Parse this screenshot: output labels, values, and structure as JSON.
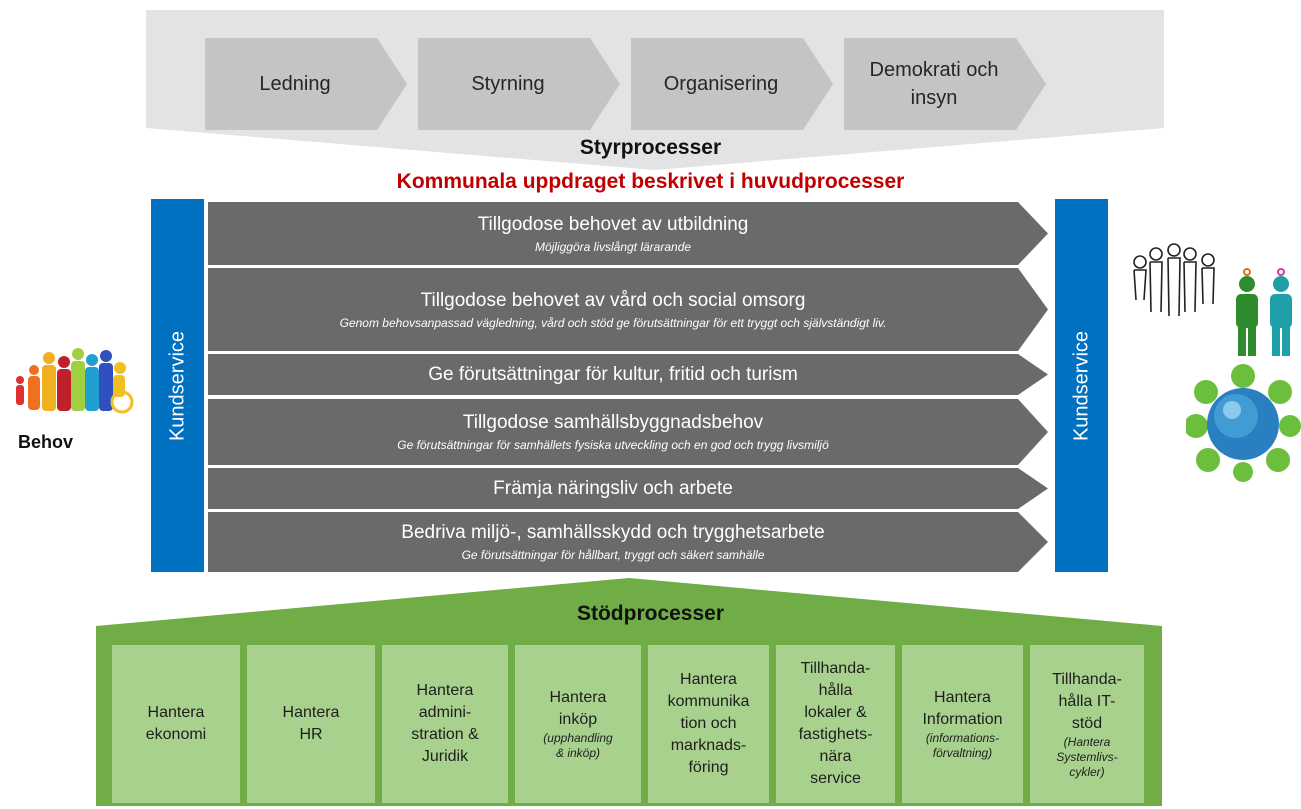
{
  "styrprocesser": {
    "title": "Styrprocesser",
    "steps": [
      "Ledning",
      "Styrning",
      "Organisering",
      "Demokrati och\ninsyn"
    ]
  },
  "main_title": "Kommunala uppdraget beskrivet i huvudprocesser",
  "kundservice_left": "Kundservice",
  "kundservice_right": "Kundservice",
  "behov_label": "Behov",
  "huvudprocesser": [
    {
      "title": "Tillgodose behovet av utbildning",
      "sub": "Möjliggöra livslångt lärarande"
    },
    {
      "title": "Tillgodose behovet av vård och social omsorg",
      "sub": "Genom behovsanpassad vägledning, vård och stöd ge förutsättningar för ett tryggt och självständigt liv."
    },
    {
      "title": "Ge förutsättningar för kultur, fritid och turism",
      "sub": ""
    },
    {
      "title": "Tillgodose samhällsbyggnadsbehov",
      "sub": "Ge förutsättningar för samhällets fysiska utveckling och en god och trygg livsmiljö"
    },
    {
      "title": "Främja näringsliv och arbete",
      "sub": ""
    },
    {
      "title": "Bedriva miljö-, samhällsskydd och trygghetsarbete",
      "sub": "Ge förutsättningar för hållbart, tryggt och säkert samhälle"
    }
  ],
  "stodprocesser": {
    "title": "Stödprocesser",
    "boxes": [
      {
        "label": "Hantera\nekonomi",
        "note": ""
      },
      {
        "label": "Hantera\nHR",
        "note": ""
      },
      {
        "label": "Hantera\nadmini-\nstration &\nJuridik",
        "note": ""
      },
      {
        "label": "Hantera\ninköp",
        "note": "(upphandling\n& inköp)"
      },
      {
        "label": "Hantera\nkommunika\ntion och\nmarknads-\nföring",
        "note": ""
      },
      {
        "label": "Tillhanda-\nhålla\nlokaler &\nfastighets-\nnära\nservice",
        "note": ""
      },
      {
        "label": "Hantera\nInformation",
        "note": "(informations-\nförvaltning)"
      },
      {
        "label": "Tillhanda-\nhålla IT-\nstöd",
        "note": "(Hantera\nSystemlivs-\ncykler)"
      }
    ]
  },
  "colors": {
    "gray_band": "#e3e3e3",
    "chevron": "#c4c4c4",
    "process_arrow": "#6a6a6a",
    "kundservice": "#0070c0",
    "title_red": "#c00000",
    "green_band": "#70ad47",
    "green_box": "#a9d18e"
  },
  "icons": [
    "family-people-icon",
    "people-group-icon",
    "man-woman-icon",
    "globe-icon"
  ]
}
